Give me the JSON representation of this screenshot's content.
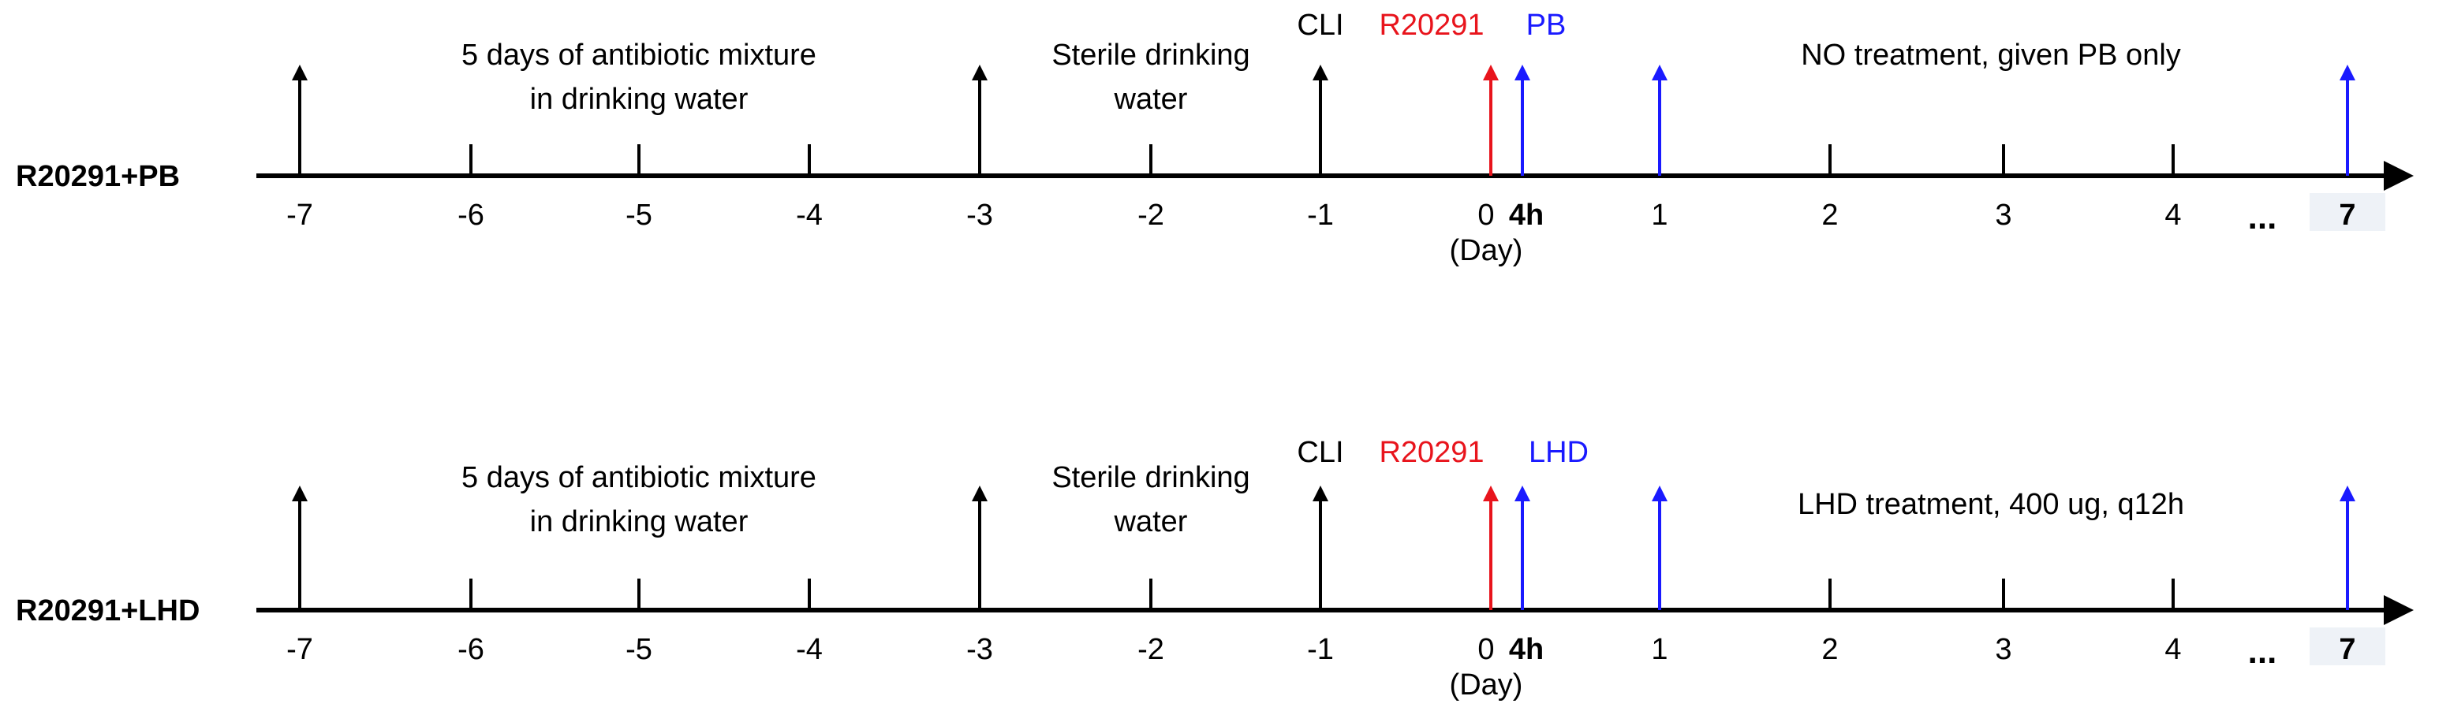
{
  "colors": {
    "black": "#000000",
    "red": "#e8141c",
    "blue": "#1a1aff",
    "highlight": "#eef2f7"
  },
  "ellipsis": "...",
  "rows": [
    {
      "label": "R20291+PB",
      "ticks": [
        "-7",
        "-6",
        "-5",
        "-4",
        "-3",
        "-2",
        "-1",
        "0",
        "4h",
        "1",
        "2",
        "3",
        "4",
        "7"
      ],
      "day_unit": "(Day)",
      "notes": {
        "antibiotic_line1": "5 days of antibiotic mixture",
        "antibiotic_line2": "in drinking water",
        "sterile_line1": "Sterile drinking",
        "sterile_line2": "water",
        "treatment": "NO treatment, given PB only"
      },
      "markers": {
        "cli": "CLI",
        "infection": "R20291",
        "treatment": "PB"
      }
    },
    {
      "label": "R20291+LHD",
      "ticks": [
        "-7",
        "-6",
        "-5",
        "-4",
        "-3",
        "-2",
        "-1",
        "0",
        "4h",
        "1",
        "2",
        "3",
        "4",
        "7"
      ],
      "day_unit": "(Day)",
      "notes": {
        "antibiotic_line1": "5 days of antibiotic mixture",
        "antibiotic_line2": "in drinking water",
        "sterile_line1": "Sterile drinking",
        "sterile_line2": "water",
        "treatment": "LHD treatment, 400 ug, q12h"
      },
      "markers": {
        "cli": "CLI",
        "infection": "R20291",
        "treatment": "LHD"
      }
    }
  ]
}
